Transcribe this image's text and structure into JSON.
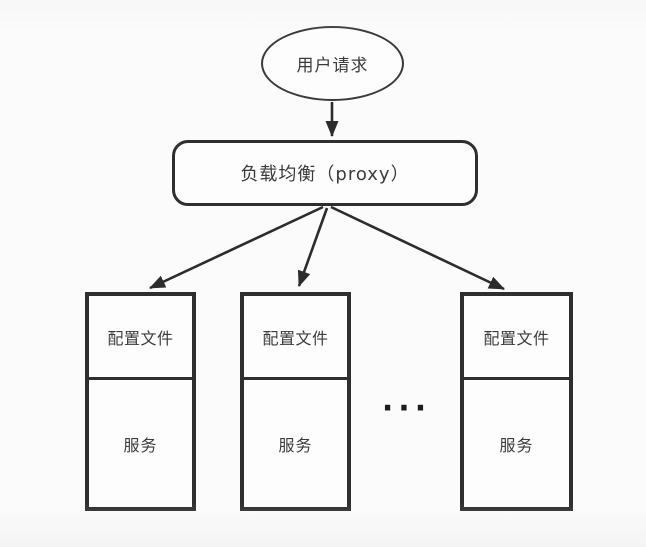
{
  "colors": {
    "background": "#fbfbfb",
    "shape_fill": "#fdfdfd",
    "stroke": "#2f2f2f",
    "text": "#3b3b3b"
  },
  "diagram": {
    "user_request": {
      "label": "用户请求"
    },
    "load_balancer": {
      "label": "负载均衡（proxy）"
    },
    "servers": [
      {
        "config_label": "配置文件",
        "service_label": "服务"
      },
      {
        "config_label": "配置文件",
        "service_label": "服务"
      },
      {
        "config_label": "配置文件",
        "service_label": "服务"
      }
    ],
    "ellipsis": "···"
  }
}
